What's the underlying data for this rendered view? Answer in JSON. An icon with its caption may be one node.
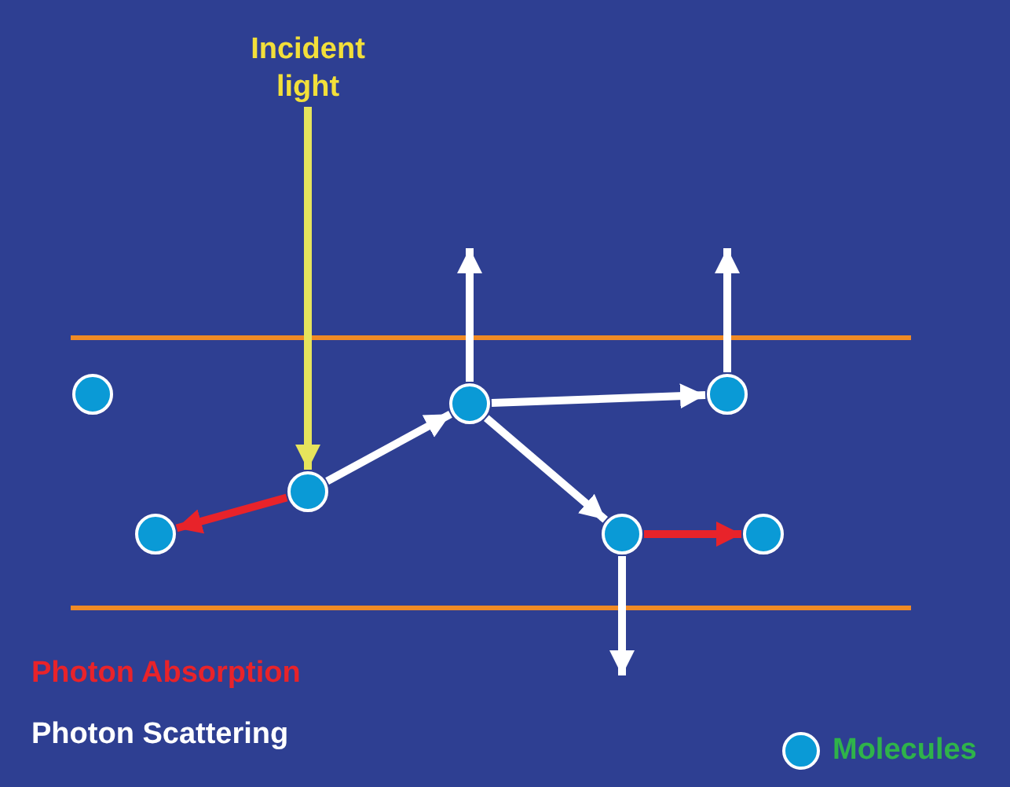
{
  "diagram": {
    "nodes": [
      {
        "text": [
          "Incident light"
        ]
      },
      {
        "text": [],
        "shape": "circle"
      },
      {
        "text": [],
        "shape": "circle"
      },
      {
        "text": [],
        "shape": "circle"
      },
      {
        "text": [],
        "shape": "circle"
      },
      {
        "text": [],
        "shape": "circle"
      },
      {
        "text": [],
        "shape": "circle"
      },
      {
        "text": [],
        "shape": "circle"
      }
    ],
    "edges": [
      {
        "from": 0,
        "to": 2,
        "arrow": "to",
        "color": "#e6e45c"
      },
      {
        "from": 2,
        "to": 3,
        "arrow": "to",
        "color": "#e8232a"
      },
      {
        "from": 2,
        "to": 4,
        "arrow": "to"
      },
      {
        "from": 4,
        "to": 5,
        "arrow": "to"
      },
      {
        "from": 4,
        "to": 6,
        "arrow": "to"
      },
      {
        "from": 6,
        "to": 7,
        "arrow": "to",
        "color": "#e8232a"
      },
      {
        "from": 4,
        "to": null,
        "arrow": "to"
      },
      {
        "from": 5,
        "to": null,
        "arrow": "to"
      },
      {
        "from": 6,
        "to": null,
        "arrow": "to"
      }
    ],
    "legend": [
      {
        "text": "Photon Absorption",
        "color": "#e8232a"
      },
      {
        "text": "Photon Scattering",
        "color": "#ffffff"
      },
      {
        "text": "Molecules"
      }
    ]
  }
}
